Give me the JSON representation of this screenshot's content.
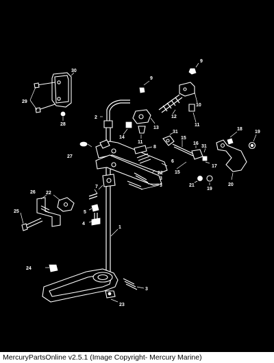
{
  "diagram": {
    "background_color": "#000000",
    "line_color": "#ffffff",
    "callouts": [
      {
        "id": "c30",
        "text": "30"
      },
      {
        "id": "c29",
        "text": "29"
      },
      {
        "id": "c28",
        "text": "28"
      },
      {
        "id": "c9a",
        "text": "9"
      },
      {
        "id": "c9b",
        "text": "9"
      },
      {
        "id": "c10",
        "text": "10"
      },
      {
        "id": "c12",
        "text": "12"
      },
      {
        "id": "c11a",
        "text": "11"
      },
      {
        "id": "c2",
        "text": "2"
      },
      {
        "id": "c13",
        "text": "13"
      },
      {
        "id": "c14",
        "text": "14"
      },
      {
        "id": "c11b",
        "text": "11"
      },
      {
        "id": "c31a",
        "text": "31"
      },
      {
        "id": "c15a",
        "text": "15"
      },
      {
        "id": "c16",
        "text": "16"
      },
      {
        "id": "c31b",
        "text": "31"
      },
      {
        "id": "c18",
        "text": "18"
      },
      {
        "id": "c19a",
        "text": "19"
      },
      {
        "id": "c27",
        "text": "27"
      },
      {
        "id": "c8",
        "text": "8"
      },
      {
        "id": "c6",
        "text": "6"
      },
      {
        "id": "c15b",
        "text": "15"
      },
      {
        "id": "c17",
        "text": "17"
      },
      {
        "id": "c22a",
        "text": "22"
      },
      {
        "id": "c3a",
        "text": "3"
      },
      {
        "id": "c3b",
        "text": "3"
      },
      {
        "id": "c21",
        "text": "21"
      },
      {
        "id": "c19b",
        "text": "19"
      },
      {
        "id": "c20",
        "text": "20"
      },
      {
        "id": "c7",
        "text": "7"
      },
      {
        "id": "c26",
        "text": "26"
      },
      {
        "id": "c22b",
        "text": "22"
      },
      {
        "id": "c5",
        "text": "5"
      },
      {
        "id": "c25",
        "text": "25"
      },
      {
        "id": "c4",
        "text": "4"
      },
      {
        "id": "c1",
        "text": "1"
      },
      {
        "id": "c24",
        "text": "24"
      },
      {
        "id": "c3c",
        "text": "3"
      },
      {
        "id": "c23",
        "text": "23"
      }
    ]
  },
  "footer": {
    "caption": "MercuryPartsOnline v2.5.1 (Image Copyright- Mercury Marine)"
  }
}
